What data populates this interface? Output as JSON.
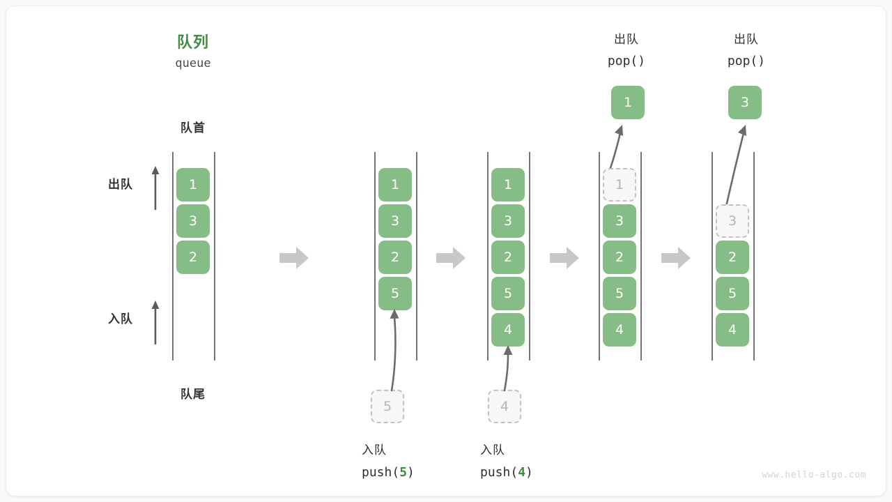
{
  "diagram": {
    "title_cn": "队列",
    "title_en": "queue",
    "front_label": "队首",
    "rear_label": "队尾",
    "dequeue_label": "出队",
    "enqueue_label": "入队",
    "watermark": "www.hello-algo.com",
    "accent_green": "#3f8b42",
    "cell_green": "#86bd86",
    "ghost_border": "#c2c2c2",
    "rail_color": "#5a5a5a",
    "step_arrow_color": "#c8c8c8"
  },
  "columns": [
    {
      "id": "initial",
      "cells": [
        {
          "value": "1",
          "state": "filled"
        },
        {
          "value": "3",
          "state": "filled"
        },
        {
          "value": "2",
          "state": "filled"
        }
      ]
    },
    {
      "id": "after-push-5",
      "cells": [
        {
          "value": "1",
          "state": "filled"
        },
        {
          "value": "3",
          "state": "filled"
        },
        {
          "value": "2",
          "state": "filled"
        },
        {
          "value": "5",
          "state": "filled"
        }
      ],
      "incoming": {
        "value": "5",
        "state": "ghost"
      },
      "caption_cn": "入队",
      "caption_code_prefix": "push(",
      "caption_code_value": "5",
      "caption_code_suffix": ")"
    },
    {
      "id": "after-push-4",
      "cells": [
        {
          "value": "1",
          "state": "filled"
        },
        {
          "value": "3",
          "state": "filled"
        },
        {
          "value": "2",
          "state": "filled"
        },
        {
          "value": "5",
          "state": "filled"
        },
        {
          "value": "4",
          "state": "filled"
        }
      ],
      "incoming": {
        "value": "4",
        "state": "ghost"
      },
      "caption_cn": "入队",
      "caption_code_prefix": "push(",
      "caption_code_value": "4",
      "caption_code_suffix": ")"
    },
    {
      "id": "after-pop-1",
      "cells": [
        {
          "value": "1",
          "state": "ghost"
        },
        {
          "value": "3",
          "state": "filled"
        },
        {
          "value": "2",
          "state": "filled"
        },
        {
          "value": "5",
          "state": "filled"
        },
        {
          "value": "4",
          "state": "filled"
        }
      ],
      "popped": {
        "value": "1",
        "state": "filled"
      },
      "header_cn": "出队",
      "header_code": "pop()"
    },
    {
      "id": "after-pop-3",
      "cells": [
        {
          "value": "",
          "state": "empty"
        },
        {
          "value": "3",
          "state": "ghost"
        },
        {
          "value": "2",
          "state": "filled"
        },
        {
          "value": "5",
          "state": "filled"
        },
        {
          "value": "4",
          "state": "filled"
        }
      ],
      "popped": {
        "value": "3",
        "state": "filled"
      },
      "header_cn": "出队",
      "header_code": "pop()"
    }
  ]
}
